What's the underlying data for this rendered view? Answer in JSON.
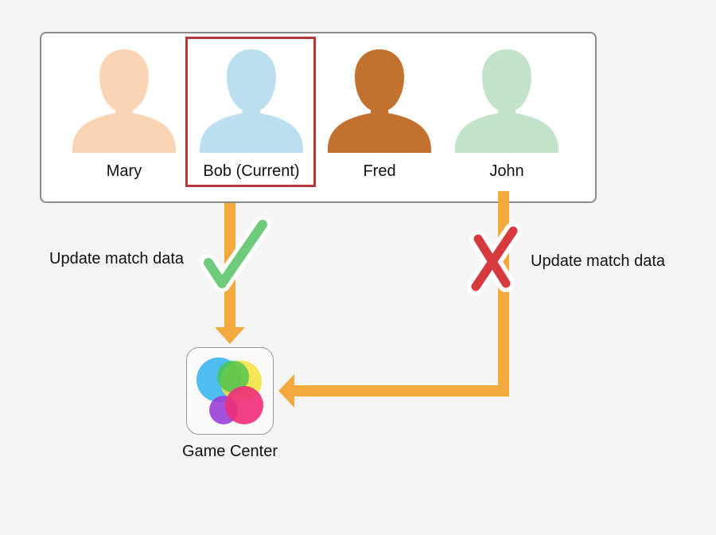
{
  "players": [
    {
      "name": "Mary",
      "color": "#f9d5b3"
    },
    {
      "name": "Bob (Current)",
      "color": "#bcdfef"
    },
    {
      "name": "Fred",
      "color": "#c2722e"
    },
    {
      "name": "John",
      "color": "#c3e2ca"
    }
  ],
  "current_highlight_color": "#b5393c",
  "arrow_color": "#f4a93e",
  "left_flow": {
    "label": "Update match data",
    "status_icon": "checkmark-icon",
    "status_color": "#6ecb7b"
  },
  "right_flow": {
    "label": "Update match data",
    "status_icon": "cross-icon",
    "status_color": "#d63a3f"
  },
  "game_center": {
    "label": "Game Center",
    "icon": "game-center-icon"
  }
}
